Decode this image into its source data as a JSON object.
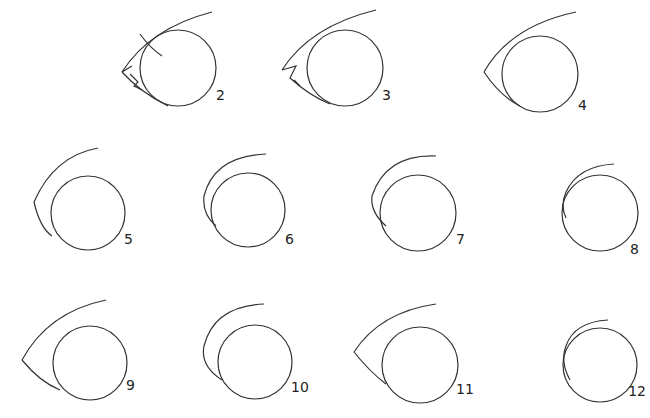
{
  "diagram": {
    "labels": [
      "2",
      "3",
      "4",
      "5",
      "6",
      "7",
      "8",
      "9",
      "10",
      "11",
      "12"
    ]
  }
}
